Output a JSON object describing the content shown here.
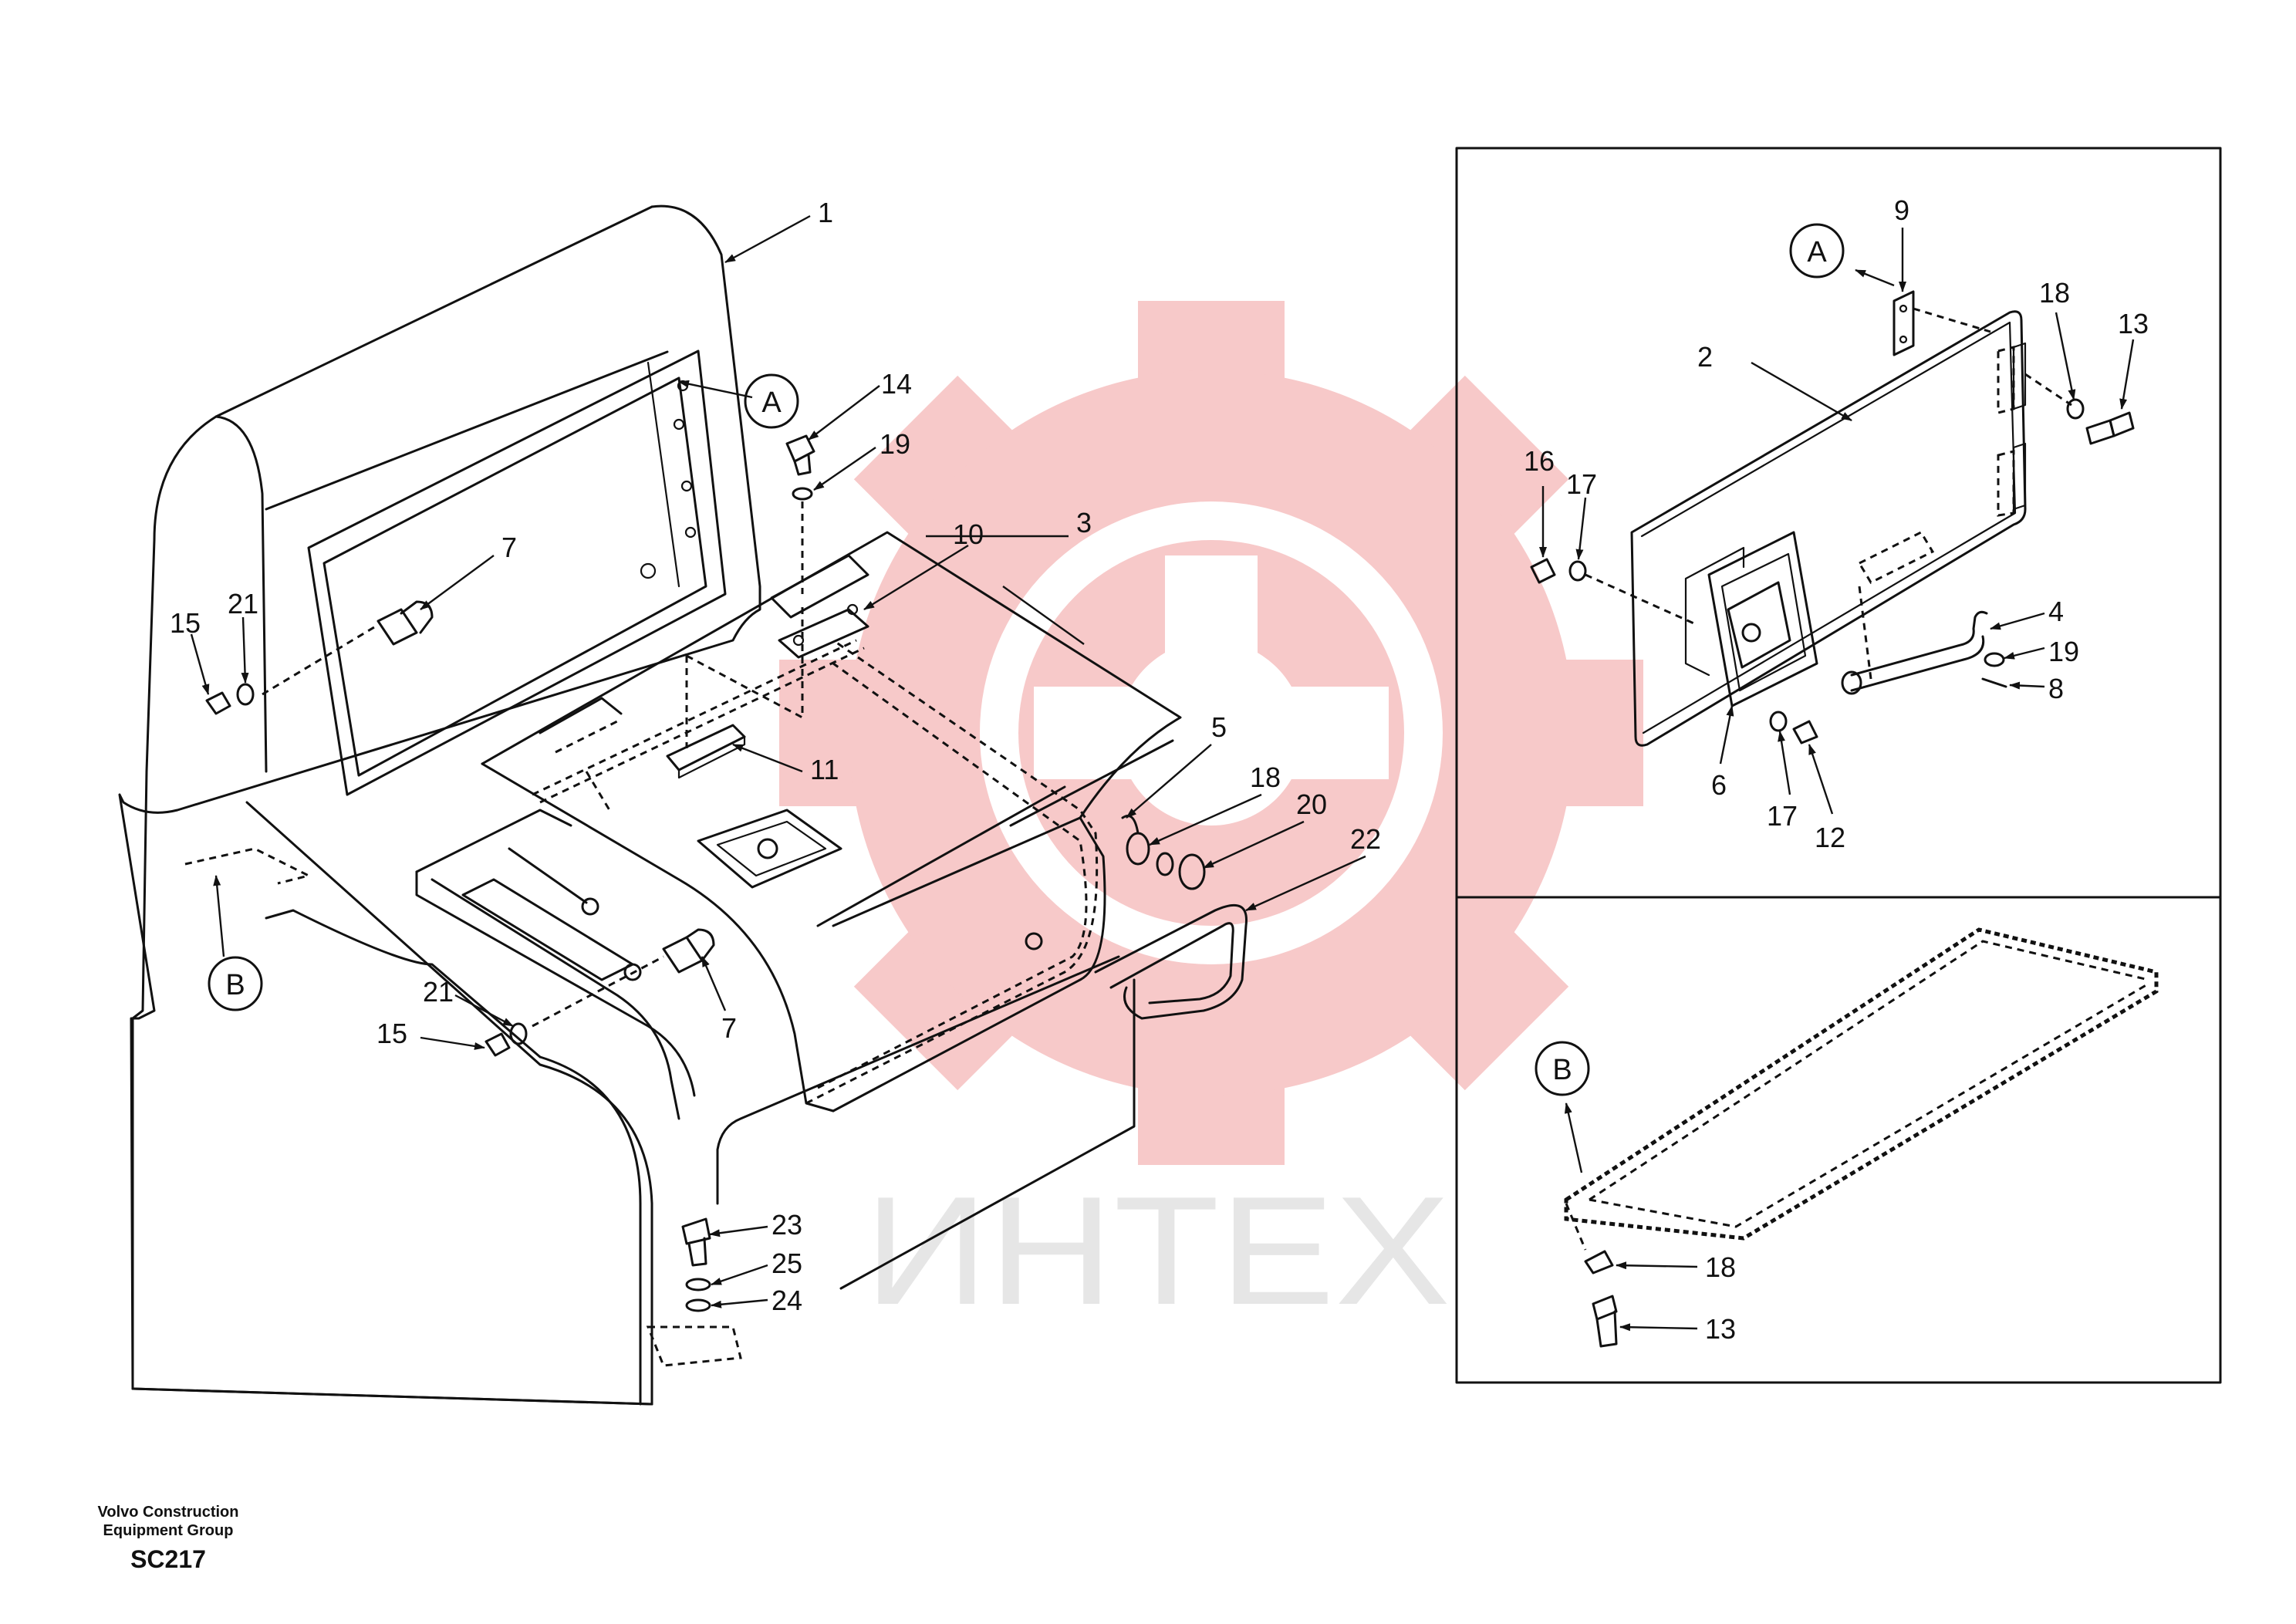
{
  "watermark": {
    "text": "ИНТЕХ",
    "gear_color": "#f7c9c9",
    "text_color": "#e6e6e6"
  },
  "footer": {
    "line1": "Volvo Construction",
    "line2": "Equipment Group",
    "code": "SC217"
  },
  "main_labels": {
    "l1": "1",
    "l3": "3",
    "l5": "5",
    "l7a": "7",
    "l7b": "7",
    "l10": "10",
    "l11": "11",
    "l14": "14",
    "l15a": "15",
    "l15b": "15",
    "l18": "18",
    "l19": "19",
    "l20": "20",
    "l21a": "21",
    "l21b": "21",
    "l22": "22",
    "l23": "23",
    "l24": "24",
    "l25": "25"
  },
  "detail_a_labels": {
    "l2": "2",
    "l4": "4",
    "l6": "6",
    "l8": "8",
    "l9": "9",
    "l12": "12",
    "l13": "13",
    "l16": "16",
    "l17a": "17",
    "l17b": "17",
    "l18": "18",
    "l19": "19"
  },
  "detail_b_labels": {
    "l13": "13",
    "l18": "18"
  },
  "view_refs": {
    "a_main": "A",
    "b_main": "B",
    "a_detail": "A",
    "b_detail": "B"
  }
}
